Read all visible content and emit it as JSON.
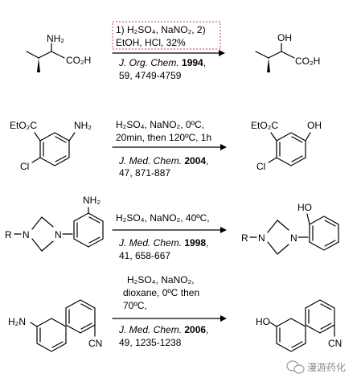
{
  "reactions": [
    {
      "cond": [
        "1) H₂SO₄, NaNO₂, 2)",
        "EtOH, HCl, 32%"
      ],
      "ref_journal": "J. Org. Chem.",
      "ref_year": "1994",
      "ref_pages": "59, 4749-4759",
      "sm_labels": [
        "NH₂",
        "CO₂H"
      ],
      "pr_labels": [
        "OH",
        "CO₂H"
      ]
    },
    {
      "cond": [
        "H₂SO₄, NaNO₂, 0ºC,",
        "20min, then 120ºC, 1h"
      ],
      "ref_journal": "J. Med. Chem.",
      "ref_year": "2004",
      "ref_pages": "47, 871-887",
      "sm_labels": [
        "EtO₂C",
        "NH₂",
        "Cl"
      ],
      "pr_labels": [
        "EtO₂C",
        "OH",
        "Cl"
      ]
    },
    {
      "cond": [
        "H₂SO₄, NaNO₂, 40ºC,"
      ],
      "ref_journal": "J. Med. Chem.",
      "ref_year": "1998",
      "ref_pages": "41, 658-667",
      "sm_labels": [
        "NH₂",
        "R",
        "N",
        "N"
      ],
      "pr_labels": [
        "HO",
        "R",
        "N",
        "N"
      ]
    },
    {
      "cond": [
        "H₂SO₄, NaNO₂,",
        "dioxane, 0ºC then",
        "70ºC,"
      ],
      "ref_journal": "J. Med. Chem.",
      "ref_year": "2006",
      "ref_pages": "49, 1235-1238",
      "sm_labels": [
        "H₂N",
        "CN"
      ],
      "pr_labels": [
        "HO",
        "CN"
      ]
    }
  ],
  "watermark": "漫游药化",
  "watermark_icon": "wechat-icon"
}
